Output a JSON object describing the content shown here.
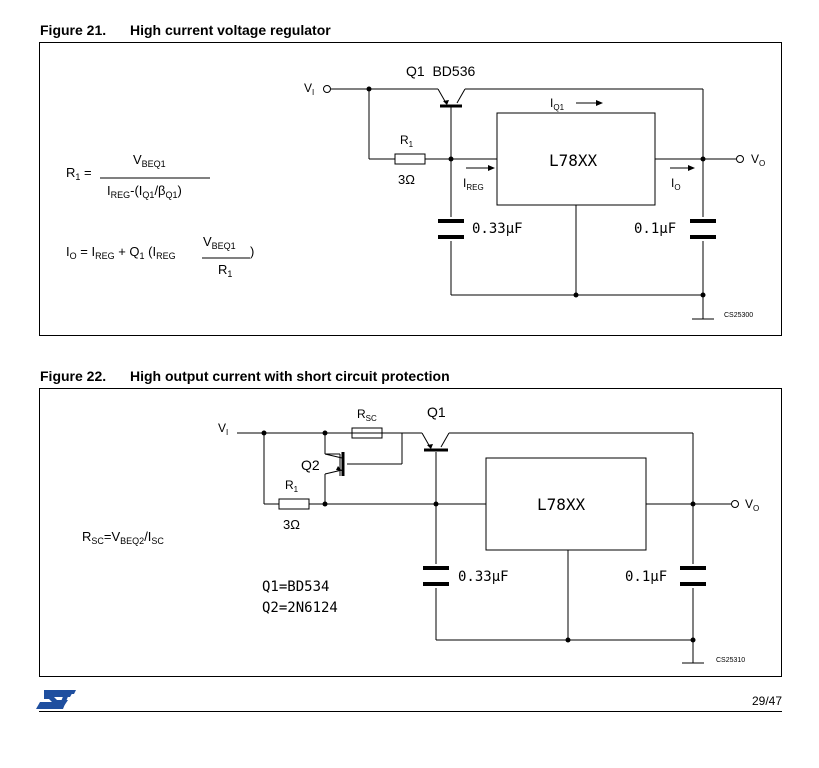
{
  "figure21": {
    "number": "Figure 21.",
    "title": "High current voltage regulator",
    "q1_label": "Q1  BD536",
    "vi": "V",
    "vi_sub": "I",
    "vo": "V",
    "vo_sub": "O",
    "r1": "R",
    "r1_sub": "1",
    "r1_value": "3Ω",
    "iq1": "I",
    "iq1_sub": "Q1",
    "ireg": "I",
    "ireg_sub": "REG",
    "io": "I",
    "io_sub": "O",
    "ic": "L78XX",
    "cap_in": "0.33μF",
    "cap_out": "0.1μF",
    "code": "CS25300",
    "eq1_lhs": "R",
    "eq1_lhs_sub": "1",
    "eq1_eq": " =",
    "eq1_num": "V",
    "eq1_num_sub": "BEQ1",
    "eq1_den_a": "I",
    "eq1_den_a_sub": "REG",
    "eq1_den_b": "-(I",
    "eq1_den_b_sub": "Q1",
    "eq1_den_c": "/β",
    "eq1_den_c_sub": "Q1",
    "eq1_den_d": ")",
    "eq2_a": "I",
    "eq2_a_sub": "O",
    "eq2_b": " = I",
    "eq2_b_sub": "REG",
    "eq2_c": " + Q",
    "eq2_c_sub": "1",
    "eq2_d": " (I",
    "eq2_d_sub": "REG",
    "eq2_num": "V",
    "eq2_num_sub": "BEQ1",
    "eq2_den": "R",
    "eq2_den_sub": "1",
    "eq2_close": ")"
  },
  "figure22": {
    "number": "Figure 22.",
    "title": "High output current with short circuit protection",
    "q1_label": "Q1",
    "q2_label": "Q2",
    "rsc": "R",
    "rsc_sub": "SC",
    "r1": "R",
    "r1_sub": "1",
    "r1_value": "3Ω",
    "vi": "V",
    "vi_sub": "I",
    "vo": "V",
    "vo_sub": "O",
    "ic": "L78XX",
    "cap_in": "0.33μF",
    "cap_out": "0.1μF",
    "q1_part": "Q1=BD534",
    "q2_part": "Q2=2N6124",
    "code": "CS25310",
    "eq_a": "R",
    "eq_a_sub": "SC",
    "eq_b": "=V",
    "eq_b_sub": "BEQ2",
    "eq_c": "/I",
    "eq_c_sub": "SC"
  },
  "footer": {
    "page": "29/47"
  },
  "colors": {
    "ink": "#000000",
    "logo": "#1f4f9f"
  }
}
